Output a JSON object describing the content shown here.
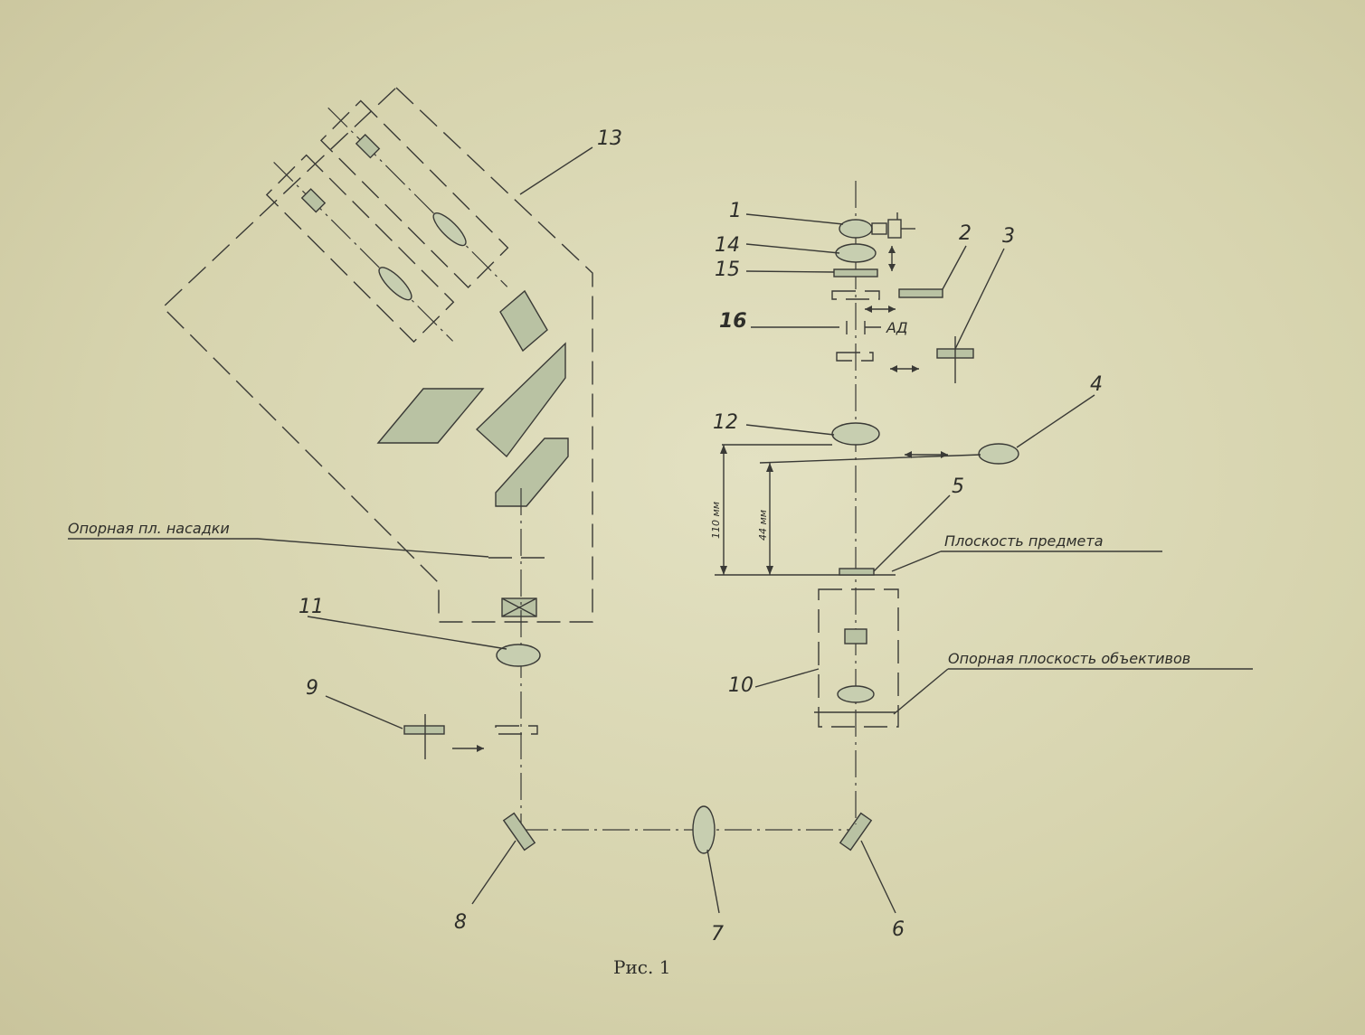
{
  "numbers": {
    "n1": "1",
    "n2": "2",
    "n3": "3",
    "n4": "4",
    "n5": "5",
    "n6": "6",
    "n7": "7",
    "n8": "8",
    "n9": "9",
    "n10": "10",
    "n11": "11",
    "n12": "12",
    "n13": "13",
    "n14": "14",
    "n15": "15",
    "n16": "16"
  },
  "labels": {
    "ad": "АД",
    "support_plane_attachment": "Опорная пл. насадки",
    "object_plane": "Плоскость предмета",
    "support_plane_objectives": "Опорная плоскость объективов",
    "dim_110": "110 мм",
    "dim_44": "44 мм"
  },
  "caption": "Рис. 1"
}
